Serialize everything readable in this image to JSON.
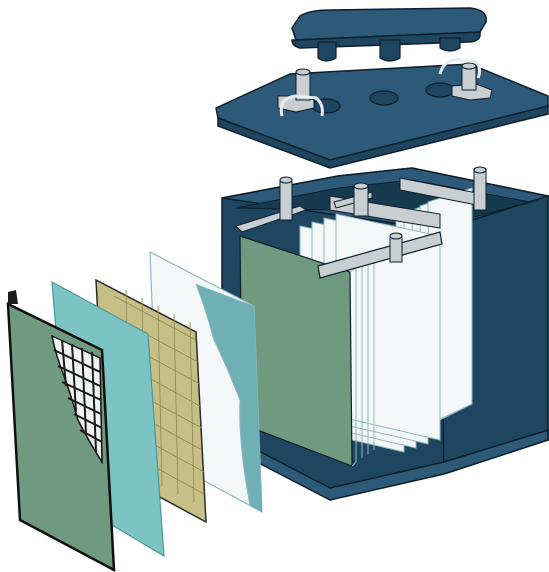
{
  "diagram": {
    "kind": "exploded view illustration",
    "parts": [
      "vent-cap-strip",
      "battery-cover",
      "positive-terminal",
      "negative-terminal",
      "battery-case",
      "cell-plate-stack-left",
      "cell-plate-stack-right",
      "intercell-connector-strap",
      "positive-plate",
      "glass-mat",
      "separator-grid",
      "negative-plate"
    ]
  },
  "colors": {
    "case": "#1e4660",
    "case_light": "#2c5a78",
    "case_outline": "#0d1e2b",
    "plate_green": "#6f9a80",
    "plate_white": "#f3f7f8",
    "plate_edge": "#8fb7bd",
    "glass_mat": "#7cc3c4",
    "separator": "#c6bf86",
    "separator_grid": "#8e8652",
    "lead_grey": "#c9ced0",
    "grid_black": "#1b1b1b",
    "white_sheet_accent": "#6fb0b5"
  }
}
